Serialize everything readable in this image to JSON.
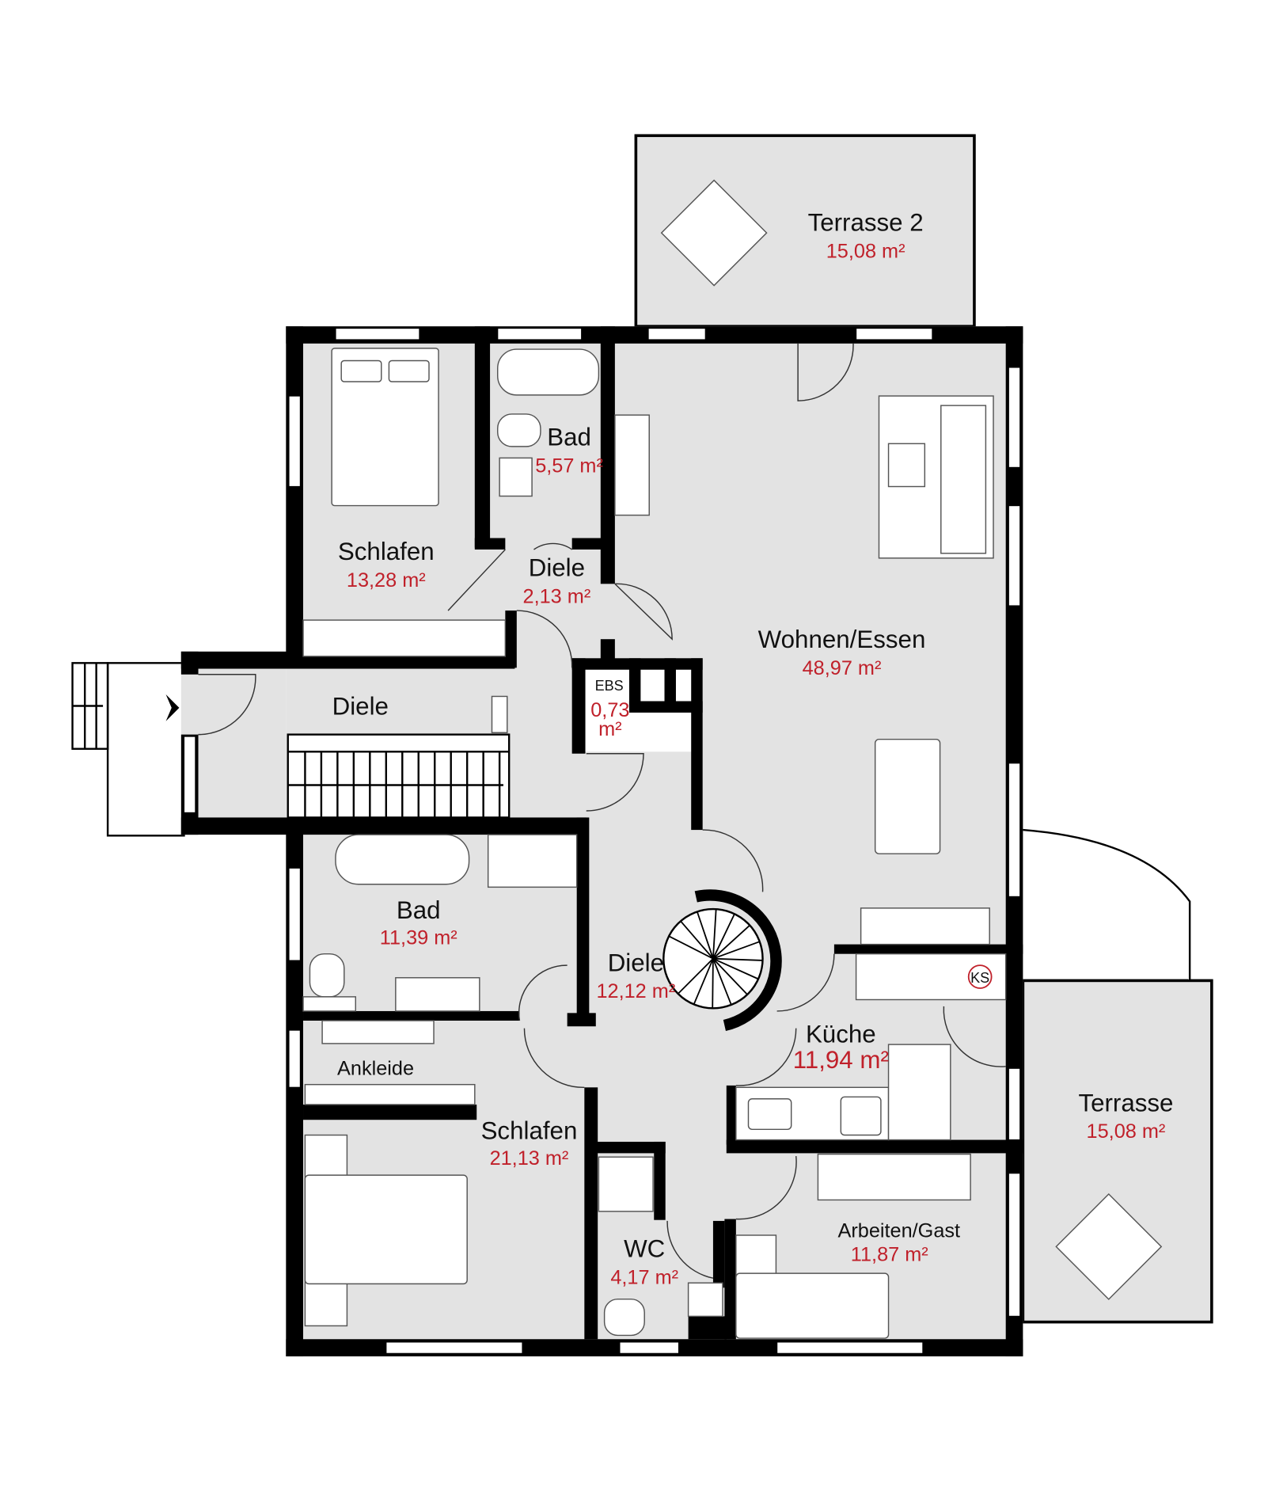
{
  "plan": {
    "rooms": [
      {
        "id": "terrasse2",
        "name": "Terrasse 2",
        "area": "15,08 m²"
      },
      {
        "id": "bad1",
        "name": "Bad",
        "area": "5,57 m²"
      },
      {
        "id": "schlafen1",
        "name": "Schlafen",
        "area": "13,28 m²"
      },
      {
        "id": "diele1",
        "name": "Diele",
        "area": "2,13 m²"
      },
      {
        "id": "wohnen",
        "name": "Wohnen/Essen",
        "area": "48,97 m²"
      },
      {
        "id": "diele-entry",
        "name": "Diele"
      },
      {
        "id": "ebs",
        "name": "EBS",
        "area_value": "0,73",
        "area_unit": "m²"
      },
      {
        "id": "bad2",
        "name": "Bad",
        "area": "11,39 m²"
      },
      {
        "id": "diele2",
        "name": "Diele",
        "area": "12,12 m²"
      },
      {
        "id": "kueche",
        "name": "Küche",
        "area": "11,94 m²"
      },
      {
        "id": "ankleide",
        "name": "Ankleide"
      },
      {
        "id": "schlafen2",
        "name": "Schlafen",
        "area": "21,13 m²"
      },
      {
        "id": "terrasse",
        "name": "Terrasse",
        "area": "15,08 m²"
      },
      {
        "id": "wc",
        "name": "WC",
        "area": "4,17 m²"
      },
      {
        "id": "arbeiten",
        "name": "Arbeiten/Gast",
        "area": "11,87 m²"
      }
    ],
    "symbols": {
      "ks": "KS"
    },
    "colors": {
      "floor": "#e3e3e3",
      "wall": "#000000",
      "area_text": "#c0202a"
    }
  }
}
